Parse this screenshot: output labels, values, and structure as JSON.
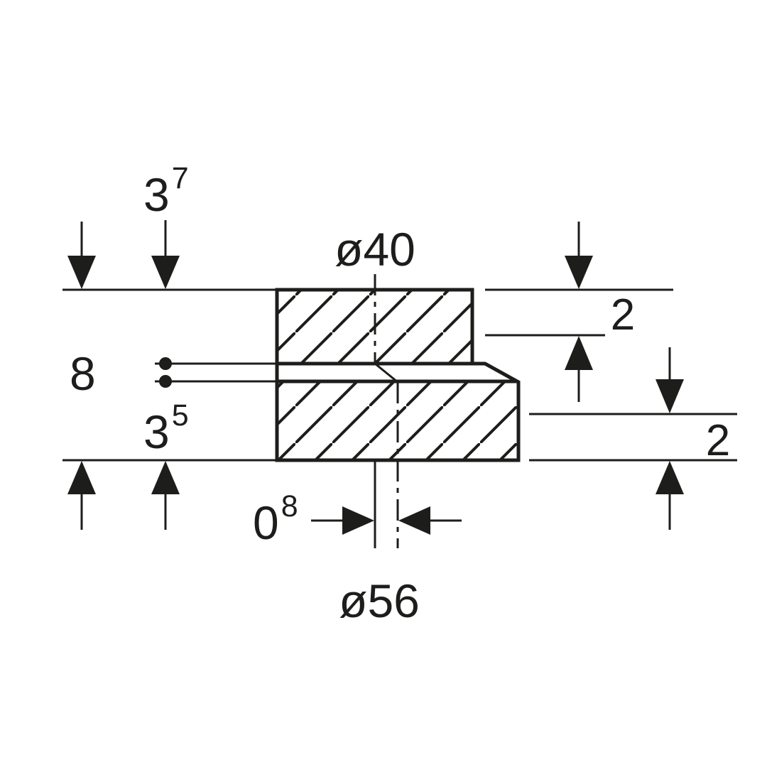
{
  "page": {
    "background_color": "#ffffff",
    "line_color": "#1d1d1b"
  },
  "drawing": {
    "kind": "technical-dimension-drawing",
    "dims": {
      "d37": {
        "base": "3",
        "sup": "7"
      },
      "d8": {
        "value": "8"
      },
      "d35": {
        "base": "3",
        "sup": "5"
      },
      "dia40": {
        "value": "ø40"
      },
      "dia56": {
        "value": "ø56"
      },
      "d2_top": {
        "value": "2"
      },
      "d2_bottom": {
        "value": "2"
      },
      "d08": {
        "base": "0",
        "sup": "8"
      }
    }
  }
}
